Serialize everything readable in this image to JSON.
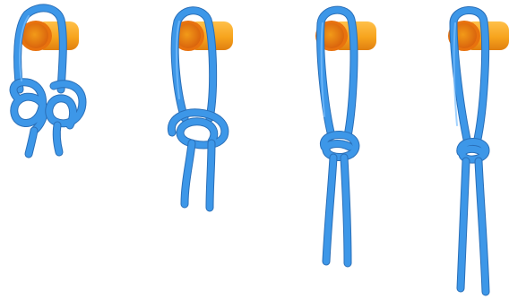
{
  "diagram": {
    "colors": {
      "background": "#ffffff",
      "rope": "#3d97e8",
      "rope_highlight": "#7cc0ff",
      "rope_shadow": "#2a6fb8",
      "peg": "#f7a41d",
      "peg_shadow": "#e4680f",
      "peg_hole": "#f08f12"
    },
    "steps": [
      {
        "id": "step-1",
        "icon": "loose-knot"
      },
      {
        "id": "step-2",
        "icon": "knot-forming"
      },
      {
        "id": "step-3",
        "icon": "knot-tightening"
      },
      {
        "id": "step-4",
        "icon": "knot-tight"
      }
    ]
  }
}
